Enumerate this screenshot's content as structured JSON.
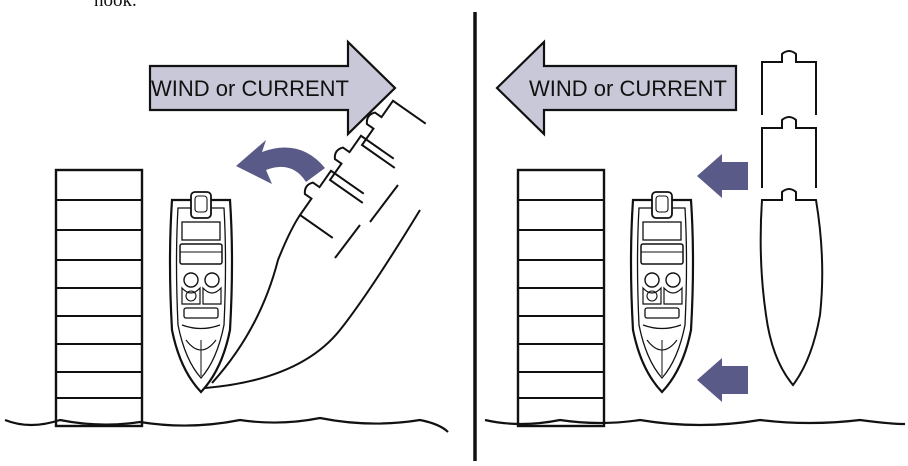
{
  "header": {
    "partial_text": "hook."
  },
  "left_panel": {
    "arrow_label": "WIND or CURRENT",
    "arrow_direction": "right",
    "arrow_fill": "#c8c8d8",
    "turn_arrow_color": "#5a5a88"
  },
  "right_panel": {
    "arrow_label": "WIND or CURRENT",
    "arrow_direction": "left",
    "arrow_fill": "#c8c8d8",
    "push_arrow_color": "#5a5a88"
  },
  "icons": [
    "wind-arrow-right-icon",
    "wind-arrow-left-icon",
    "turn-arrow-icon",
    "push-arrow-icon",
    "boat-icon",
    "dock-icon"
  ]
}
